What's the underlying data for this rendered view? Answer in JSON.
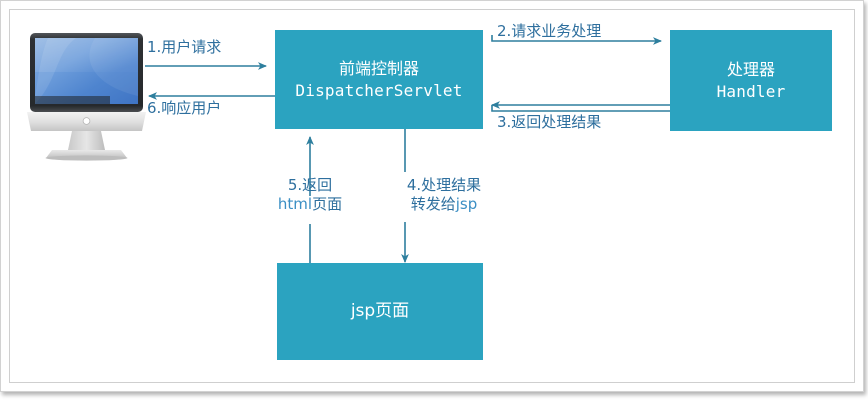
{
  "diagram": {
    "title": "SpringMVC DispatcherServlet Request Flow",
    "theme": {
      "node_fill": "#2ba3c0",
      "node_text": "#ffffff",
      "arrow_color": "#2e7f9e",
      "label_color": "#2e6f9e",
      "label_accent": "#3b8fc4",
      "canvas_bg": "#ffffff",
      "frame_border": "#cfcfcf"
    },
    "nodes": [
      {
        "id": "client",
        "name": "computer-monitor-icon",
        "kind": "icon",
        "label": ""
      },
      {
        "id": "dispatcher",
        "name": "node-dispatcher-servlet",
        "kind": "box",
        "line1": "前端控制器",
        "line2": "DispatcherServlet"
      },
      {
        "id": "handler",
        "name": "node-handler",
        "kind": "box",
        "line1": "处理器",
        "line2": "Handler"
      },
      {
        "id": "jsp",
        "name": "node-jsp-page",
        "kind": "box",
        "line1": "jsp页面",
        "line2": ""
      }
    ],
    "edges": [
      {
        "id": "e1",
        "name": "edge-user-request",
        "from": "client",
        "to": "dispatcher",
        "label": "1.用户请求",
        "direction": "right"
      },
      {
        "id": "e2",
        "name": "edge-request-business-process",
        "from": "dispatcher",
        "to": "handler",
        "label": "2.请求业务处理",
        "direction": "right"
      },
      {
        "id": "e3",
        "name": "edge-return-process-result",
        "from": "handler",
        "to": "dispatcher",
        "label": "3.返回处理结果",
        "direction": "left"
      },
      {
        "id": "e4",
        "name": "edge-forward-to-jsp",
        "from": "dispatcher",
        "to": "jsp",
        "label_line1": "4.处理结果",
        "label_line2": "转发给jsp",
        "label_line2_prefix": "转发给",
        "label_line2_accent": "jsp",
        "direction": "down"
      },
      {
        "id": "e5",
        "name": "edge-return-html-page",
        "from": "jsp",
        "to": "dispatcher",
        "label_line1": "5.返回",
        "label_line2": "html页面",
        "label_line2_accent": "html",
        "label_line2_suffix": "页面",
        "direction": "up"
      },
      {
        "id": "e6",
        "name": "edge-response-user",
        "from": "dispatcher",
        "to": "client",
        "label": "6.响应用户",
        "direction": "left"
      }
    ]
  }
}
